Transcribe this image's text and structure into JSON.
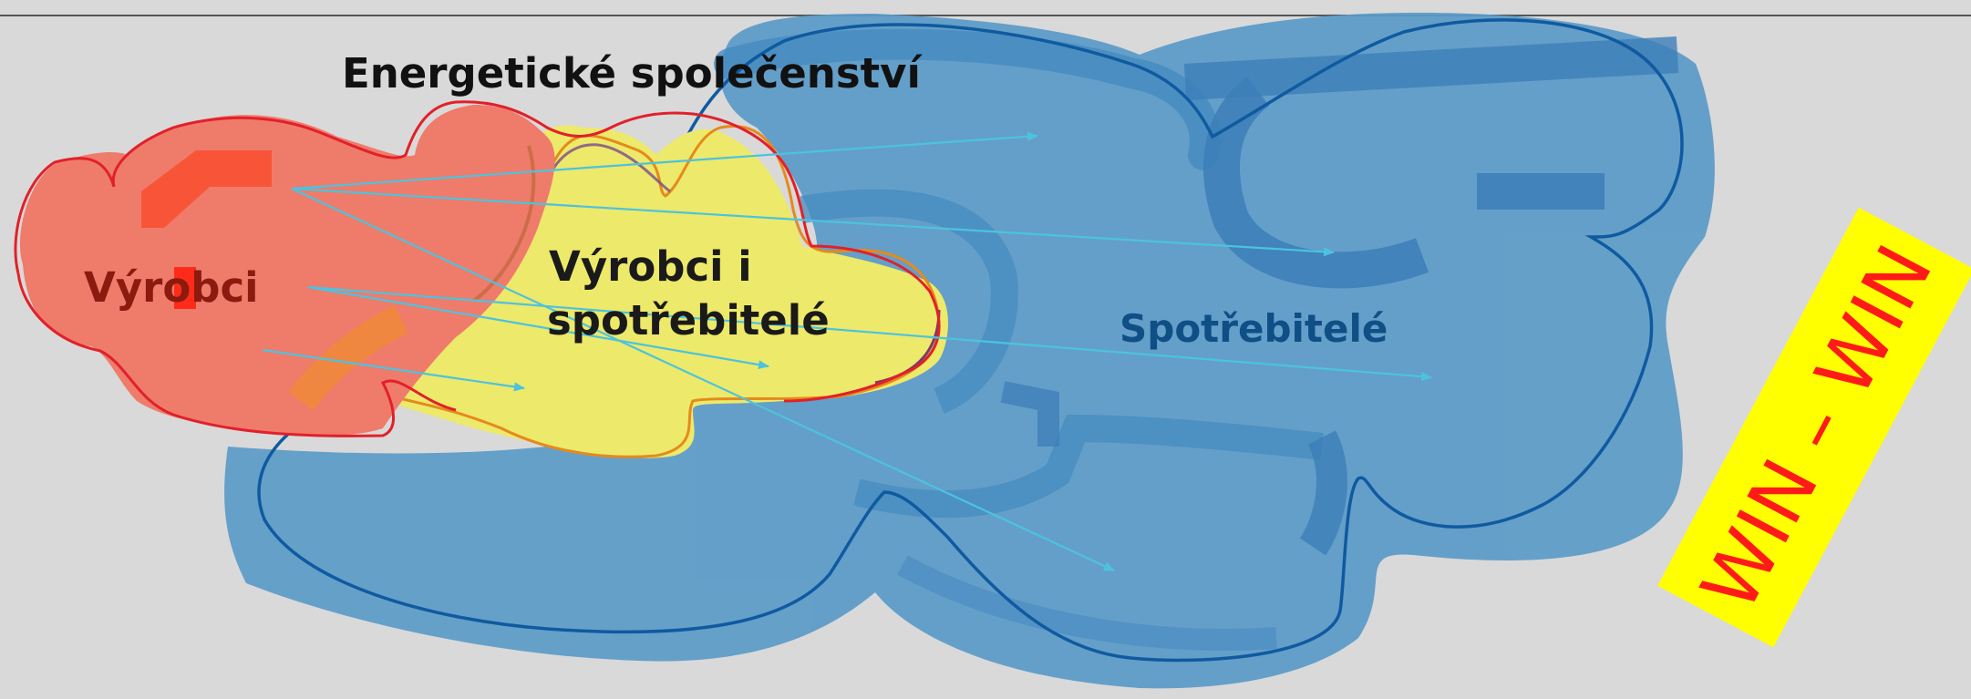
{
  "diagram": {
    "title": "Energetické společenství",
    "producers_label": "Výrobci",
    "prosumers_label_line1": "Výrobci i",
    "prosumers_label_line2": "spotřebitelé",
    "consumers_label": "Spotřebitelé",
    "banner_text": "WIN – WIN"
  },
  "colors": {
    "background": "#d9d9d9",
    "producers_fill": "#ef7b6b",
    "producers_stroke": "#e2202a",
    "prosumers_fill": "#ede96a",
    "consumers_fill": "#5b9bc8",
    "consumers_stroke": "#0f5aa0",
    "arrow_color": "#4cc3de",
    "banner_fill": "#ffff00",
    "banner_text": "#ff1a1a"
  }
}
